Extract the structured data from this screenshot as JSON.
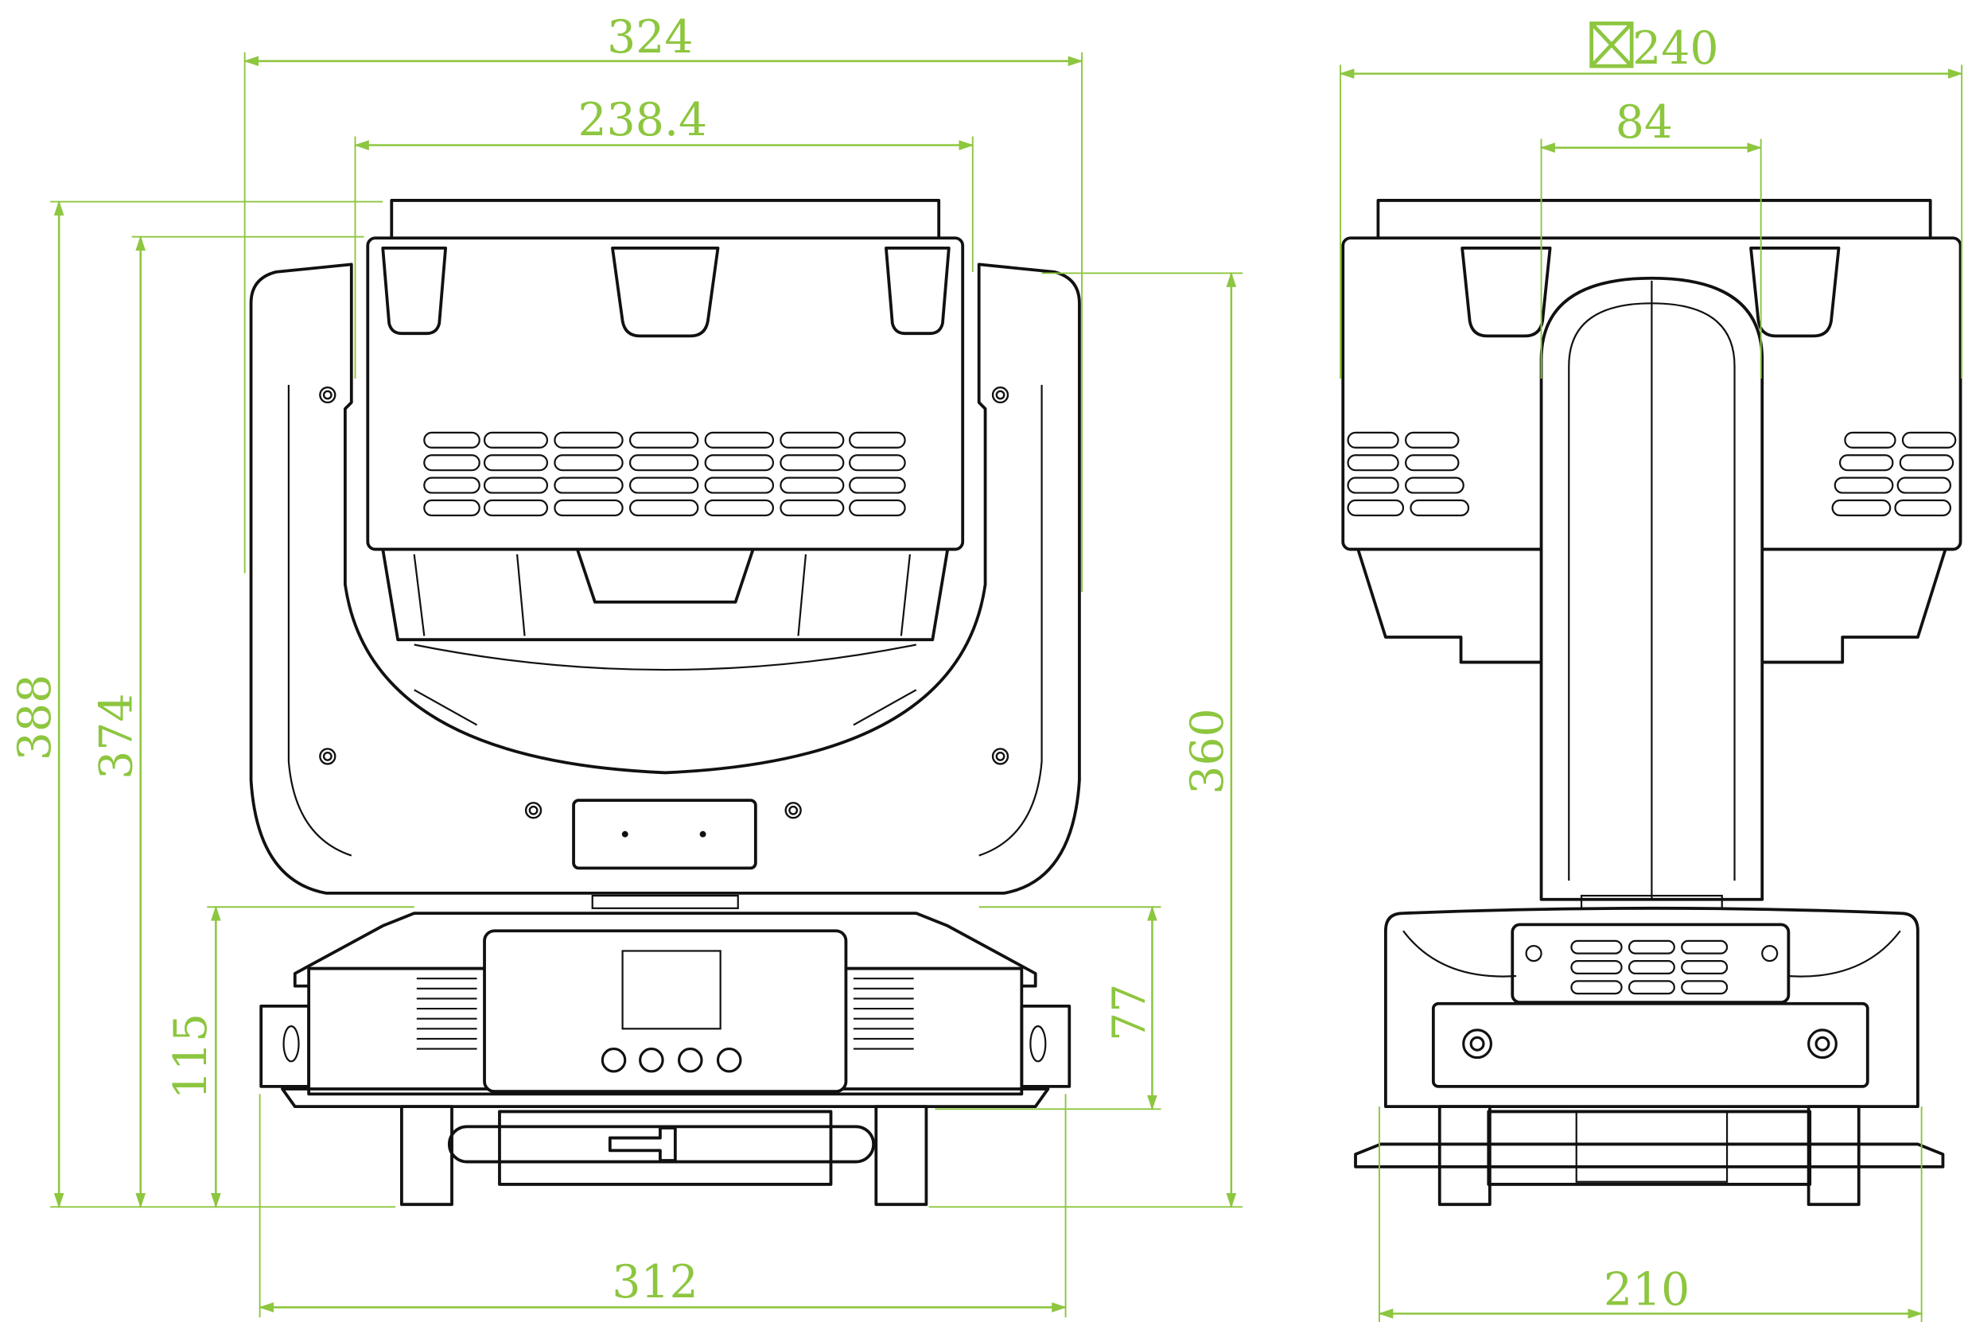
{
  "title": "Moving head fixture dimension drawing",
  "units": "mm",
  "accent_color": "#8dc63f",
  "line_color": "#111111",
  "front_view": {
    "overall_width": "324",
    "head_width": "238.4",
    "overall_height": "388",
    "height_to_head_top": "374",
    "base_height": "115",
    "yoke_height": "360",
    "base_body_height": "77",
    "base_width": "312"
  },
  "side_view": {
    "swing_diameter_symbol": "square-diameter-icon",
    "swing_diameter": "240",
    "yoke_arm_width": "84",
    "base_depth": "210"
  }
}
